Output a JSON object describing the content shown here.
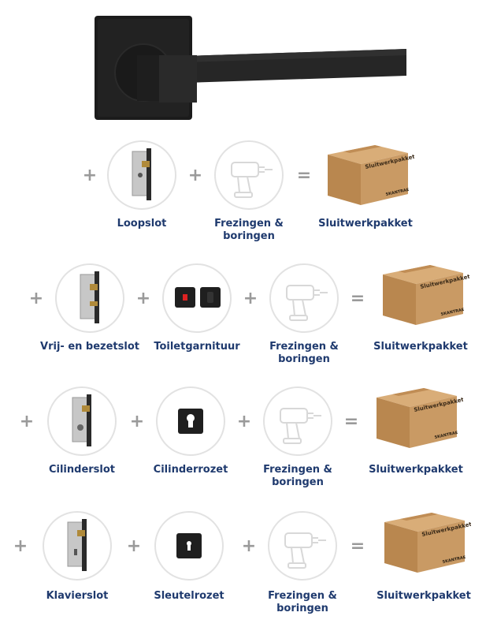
{
  "colors": {
    "label": "#1f3a6e",
    "operator": "#9a9a9a",
    "circle_border": "#e2e2e2",
    "box": "#c99a64"
  },
  "hero": {
    "icon": "door-handle-image"
  },
  "operators": {
    "plus": "+",
    "equals": "="
  },
  "box_label": "Sluitwerkpakket",
  "box_brand": "SKANTRAE",
  "rows": [
    {
      "items": [
        "Loopslot",
        "Frezingen & boringen"
      ],
      "result": "Sluitwerkpakket"
    },
    {
      "items": [
        "Vrij- en bezetslot",
        "Toiletgarnituur",
        "Frezingen & boringen"
      ],
      "result": "Sluitwerkpakket"
    },
    {
      "items": [
        "Cilinderslot",
        "Cilinderrozet",
        "Frezingen & boringen"
      ],
      "result": "Sluitwerkpakket"
    },
    {
      "items": [
        "Klavierslot",
        "Sleutelrozet",
        "Frezingen & boringen"
      ],
      "result": "Sluitwerkpakket"
    }
  ]
}
